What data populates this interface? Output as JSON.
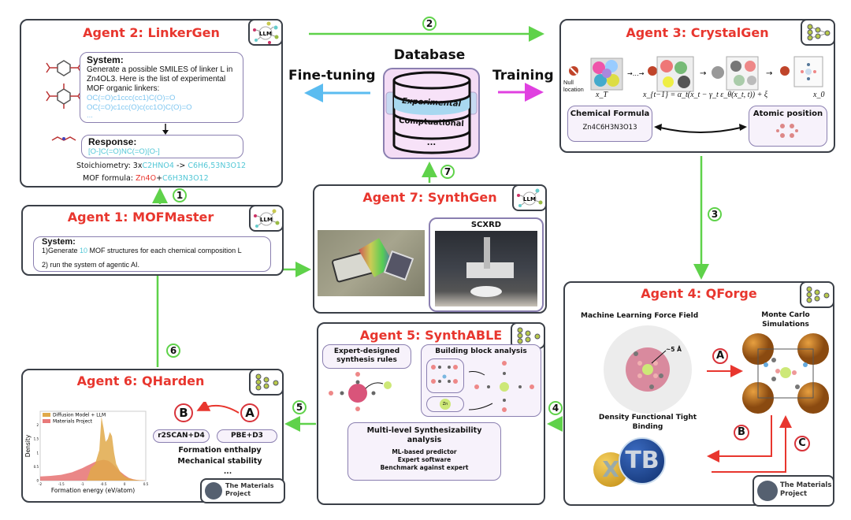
{
  "colors": {
    "accent_red": "#e8362e",
    "flow_green": "#5fd24a",
    "fine_tuning_blue": "#5bbcf0",
    "training_magenta": "#e040e0",
    "panel_border": "#8a7fb0"
  },
  "database": {
    "title": "Database",
    "layers": [
      "Experimental",
      "Comptuational",
      "..."
    ],
    "fine_tuning": "Fine-tuning",
    "training": "Training"
  },
  "steps": [
    "1",
    "2",
    "3",
    "4",
    "5",
    "6",
    "7"
  ],
  "agent2": {
    "title": "Agent 2: LinkerGen",
    "badge": "LLM",
    "system_label": "System:",
    "system_text": "Generate a possible SMILES of linker L in Zn4OL3. Here is the list of experimental MOF organic linkers:",
    "smiles": [
      "OC(=O)c1ccc(cc1)C(O)=O",
      "OC(=O)c1cc(O)c(cc1O)C(O)=O",
      "..."
    ],
    "response_label": "Response:",
    "response": "[O-]C(=O)NC(=O)[O-]",
    "stoich_label": "Stoichiometry: ",
    "stoich_a": "3x",
    "stoich_b": "C2HNO4",
    "stoich_arrow": " -> ",
    "stoich_c": "C6H6,53N3O12",
    "formula_label": "MOF formula: ",
    "formula_a": "Zn4O",
    "formula_plus": "+",
    "formula_b": "C6H3N3O12"
  },
  "agent1": {
    "title": "Agent 1: MOFMaster",
    "badge": "LLM",
    "system_label": "System:",
    "line1_a": "1)Generate ",
    "line1_num": "10",
    "line1_b": " MOF structures for each chemical composition L",
    "line2": "2) run the system of agentic AI."
  },
  "agent3": {
    "title": "Agent 3: CrystalGen",
    "null_label": "Null location",
    "xT": "x_T",
    "equation": "x_{t−1} = α_t(x_t − γ_t ε_θ(x_t, t)) + ξ",
    "x0": "x_0",
    "chem_formula_label": "Chemical Formula",
    "chem_formula": "Zn4C6H3N3O13",
    "atomic_position": "Atomic position"
  },
  "agent7": {
    "title": "Agent 7: SynthGen",
    "badge": "LLM",
    "scxrd": "SCXRD"
  },
  "agent5": {
    "title": "Agent 5: SynthABLE",
    "rules": "Expert-designed synthesis rules",
    "building": "Building block analysis",
    "zn": "Zn",
    "multilevel": "Multi-level Synthesizability analysis",
    "items": [
      "ML-based predictor",
      "Expert software",
      "Benchmark against expert"
    ]
  },
  "agent4": {
    "title": "Agent 4: QForge",
    "mlff": "Machine Learning Force Field",
    "radius": "~5 Å",
    "mc": "Monte Carlo Simulations",
    "dftb": "Density Functional Tight Binding",
    "xtb_x": "X",
    "xtb_tb": "TB",
    "paths": [
      "A",
      "B",
      "C"
    ],
    "mp": "The Materials Project"
  },
  "agent6": {
    "title": "Agent 6: QHarden",
    "method_b": "r2SCAN+D4",
    "method_a": "PBE+D3",
    "label_b": "B",
    "label_a": "A",
    "props": [
      "Formation enthalpy",
      "Mechanical stability",
      "..."
    ],
    "mp": "The Materials Project"
  },
  "chart_data": {
    "type": "area",
    "xlabel": "Formation energy (eV/atom)",
    "ylabel": "Density",
    "xlim": [
      -2,
      0.5
    ],
    "ylim": [
      0,
      2.5
    ],
    "xticks": [
      "-2",
      "-1.5",
      "-1",
      "-0.5",
      "0",
      "0.5"
    ],
    "yticks": [
      "0",
      "0.5",
      "1",
      "1.5",
      "2"
    ],
    "legend": "top-left",
    "x": [
      -2,
      -1.75,
      -1.5,
      -1.25,
      -1,
      -0.9,
      -0.8,
      -0.7,
      -0.6,
      -0.55,
      -0.5,
      -0.45,
      -0.4,
      -0.35,
      -0.3,
      -0.25,
      -0.2,
      -0.1,
      0,
      0.1,
      0.2,
      0.3,
      0.4,
      0.5
    ],
    "series": [
      {
        "name": "Diffusion Model + LLM",
        "color": "#e0a94a",
        "values": [
          0,
          0,
          0,
          0,
          0,
          0,
          0.45,
          0.6,
          1.1,
          2.3,
          1.9,
          1.4,
          1.5,
          1.75,
          1.6,
          1.0,
          0.6,
          0.3,
          0.15,
          0.08,
          0.04,
          0.02,
          0.01,
          0
        ]
      },
      {
        "name": "Materials Project",
        "color": "#e87a7a",
        "values": [
          0.15,
          0.17,
          0.21,
          0.3,
          0.45,
          0.53,
          0.6,
          0.68,
          0.72,
          0.74,
          0.75,
          0.74,
          0.72,
          0.68,
          0.62,
          0.55,
          0.47,
          0.32,
          0.2,
          0.1,
          0.05,
          0.02,
          0.01,
          0
        ]
      }
    ]
  }
}
